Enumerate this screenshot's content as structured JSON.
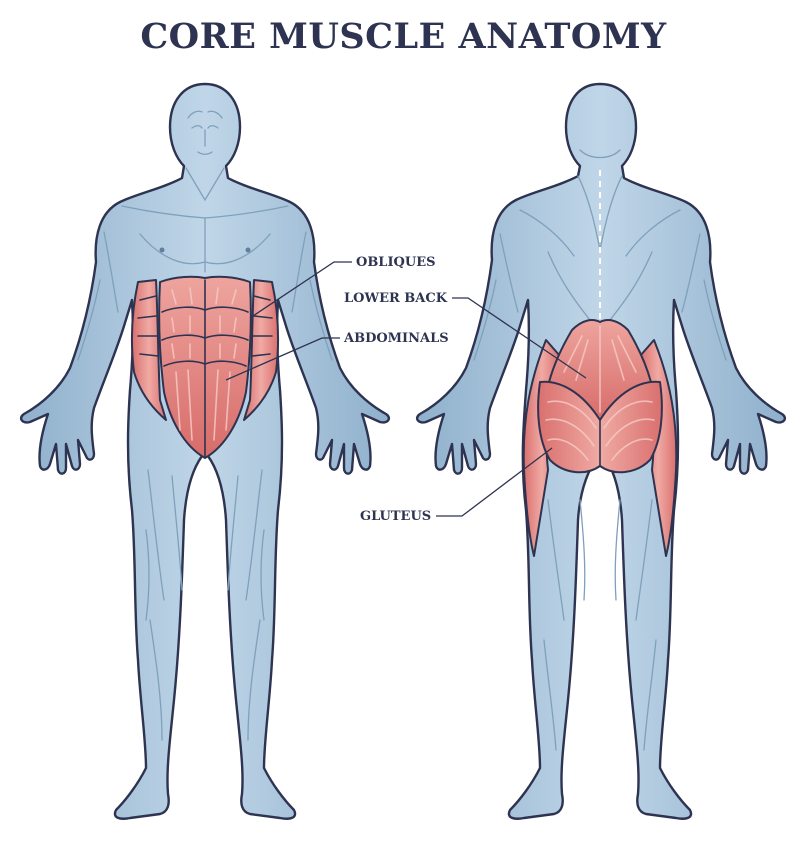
{
  "title": "CORE MUSCLE ANATOMY",
  "labels": {
    "obliques": "OBLIQUES",
    "lower_back": "LOWER BACK",
    "abdominals": "ABDOMINALS",
    "gluteus": "GLUTEUS"
  },
  "colors": {
    "title_text": "#2d3350",
    "body_fill": "#a9c3da",
    "body_outline": "#2d3350",
    "muscle_highlight": "#e07f7c"
  }
}
